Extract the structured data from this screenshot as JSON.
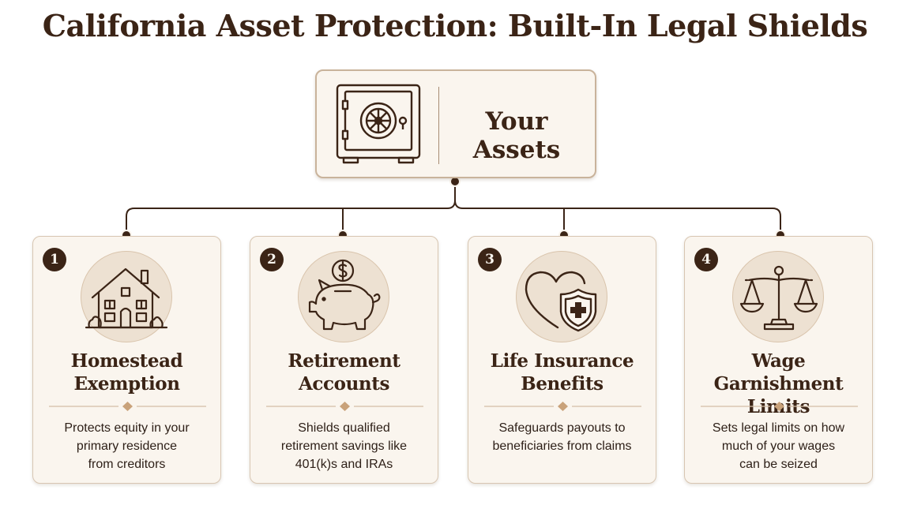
{
  "header": {
    "title": "California Asset Protection: Built-In Legal Shields"
  },
  "root": {
    "label": "Your Assets",
    "icon": "safe-icon"
  },
  "cards": [
    {
      "number": "1",
      "title_lines": [
        "Homestead",
        "Exemption"
      ],
      "description_lines": [
        "Protects equity in your",
        "primary residence",
        "from creditors"
      ],
      "icon": "house-icon"
    },
    {
      "number": "2",
      "title_lines": [
        "Retirement",
        "Accounts"
      ],
      "description_lines": [
        "Shields qualified",
        "retirement savings like",
        "401(k)s and IRAs"
      ],
      "icon": "piggy-bank-icon"
    },
    {
      "number": "3",
      "title_lines": [
        "Life Insurance",
        "Benefits"
      ],
      "description_lines": [
        "Safeguards payouts to",
        "beneficiaries from claims"
      ],
      "icon": "heart-shield-icon"
    },
    {
      "number": "4",
      "title_lines": [
        "Wage Garnishment",
        "Limits"
      ],
      "description_lines": [
        "Sets legal limits on how",
        "much of your wages",
        "can be seized"
      ],
      "icon": "scales-icon"
    }
  ],
  "colors": {
    "dark_brown": "#3b2416",
    "card_bg": "#faf5ee",
    "accent_tan": "#c9a27a",
    "icon_circle": "#ede1d2"
  }
}
